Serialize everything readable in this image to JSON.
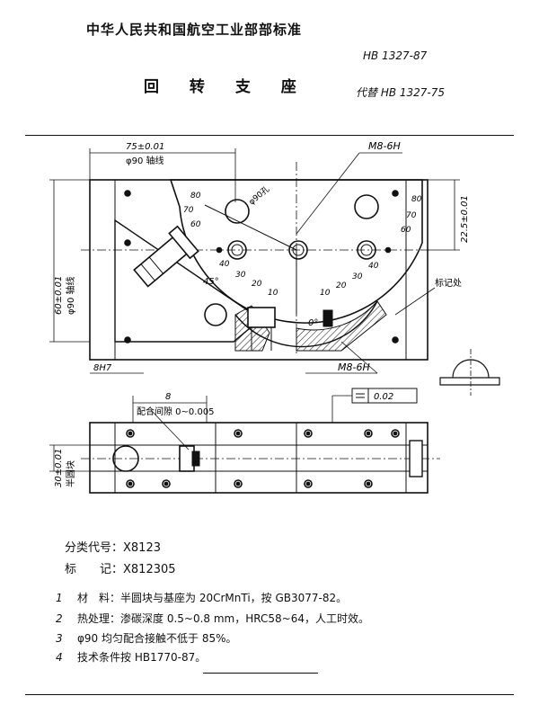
{
  "header": {
    "organization": "中华人民共和国航空工业部部标准",
    "standard_no": "HB 1327-87",
    "title": "回 转 支 座",
    "replaces": "代替 HB 1327-75"
  },
  "drawing": {
    "dim_top": "75±0.01",
    "axis_top": "φ90 轴线",
    "thread_top": "M8-6H",
    "dim_right": "22.5±0.01",
    "dim_left": "60±0.01",
    "axis_left": "φ90 轴线",
    "fit_hole": "φ90孔",
    "marking": "标记处",
    "key_fit": "8H7",
    "thread_bottom": "M8-6H",
    "angle": "45°",
    "zero": "0°",
    "scale_left": [
      "10",
      "20",
      "30",
      "40",
      "60",
      "70",
      "80"
    ],
    "scale_right": [
      "10",
      "20",
      "30",
      "40",
      "60",
      "70",
      "80"
    ],
    "gap_dim": "8",
    "gap_note": "配合间隙 0~0.005",
    "flatness": "0.02",
    "dim_side": "30±0.01",
    "side_label": "半圆块"
  },
  "info": {
    "classification": "分类代号：X8123",
    "marking": "标　　记：X812305"
  },
  "notes": [
    {
      "num": "1",
      "text": "材　料：半圆块与基座为 20CrMnTi，按 GB3077-82。"
    },
    {
      "num": "2",
      "text": "热处理：渗碳深度 0.5~0.8 mm，HRC58~64，人工时效。"
    },
    {
      "num": "3",
      "text": "φ90 均匀配合接触不低于 85%。"
    },
    {
      "num": "4",
      "text": "技术条件按 HB1770-87。"
    }
  ]
}
